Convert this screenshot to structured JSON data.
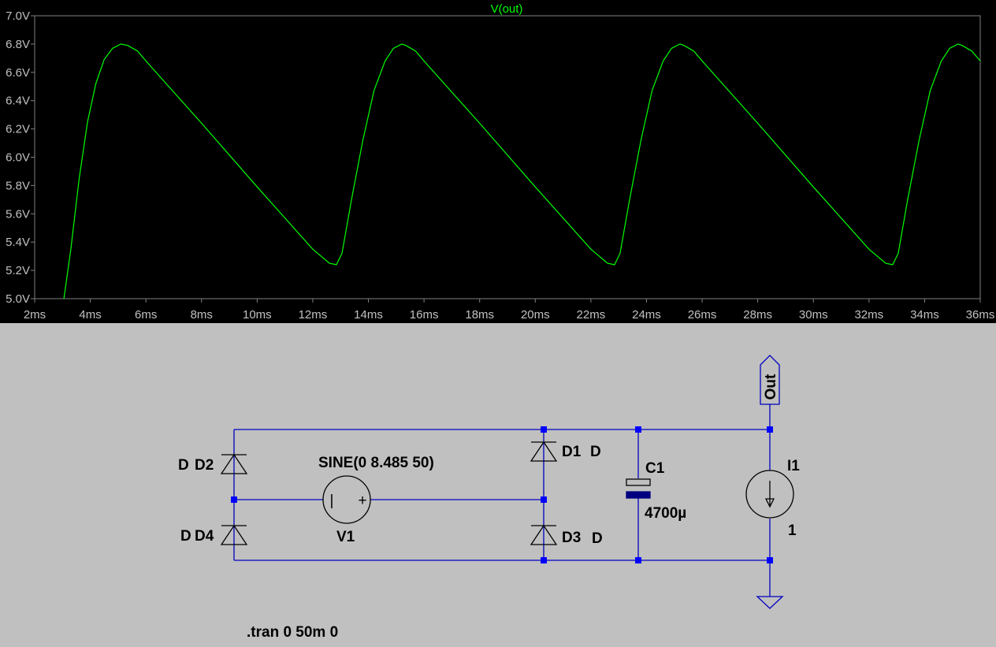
{
  "colors": {
    "trace": "#00ff00",
    "plot_background": "#000000",
    "plot_axis": "#808080",
    "tick_label": "#c0c0c0",
    "schematic_background": "#c0c0c0",
    "wire": "#0000c0",
    "junction": "#0000ff",
    "capacitor_plate": "#000080"
  },
  "chart_data": {
    "type": "line",
    "title": "",
    "xlabel": "",
    "ylabel": "",
    "xlim": [
      2,
      36
    ],
    "ylim": [
      5.0,
      7.0
    ],
    "x_unit": "ms",
    "y_unit": "V",
    "grid": false,
    "x_ticks": [
      "2ms",
      "4ms",
      "6ms",
      "8ms",
      "10ms",
      "12ms",
      "14ms",
      "16ms",
      "18ms",
      "20ms",
      "22ms",
      "24ms",
      "26ms",
      "28ms",
      "30ms",
      "32ms",
      "34ms",
      "36ms"
    ],
    "y_ticks": [
      "5.0V",
      "5.2V",
      "5.4V",
      "5.6V",
      "5.8V",
      "6.0V",
      "6.2V",
      "6.4V",
      "6.6V",
      "6.8V",
      "7.0V"
    ],
    "series": [
      {
        "name": "V(out)",
        "x": [
          3.05,
          3.3,
          3.6,
          3.9,
          4.2,
          4.5,
          4.8,
          5.1,
          5.35,
          5.7,
          6.0,
          8.0,
          10.0,
          12.0,
          12.6,
          12.85,
          13.05,
          13.4,
          13.8,
          14.2,
          14.6,
          14.9,
          15.2,
          15.35,
          15.7,
          16.0,
          18.0,
          20.0,
          22.0,
          22.6,
          22.85,
          23.05,
          23.4,
          23.8,
          24.2,
          24.6,
          24.9,
          25.2,
          25.35,
          25.7,
          26.0,
          28.0,
          30.0,
          32.0,
          32.6,
          32.85,
          33.05,
          33.4,
          33.8,
          34.2,
          34.6,
          34.9,
          35.2,
          35.35,
          35.7,
          36.0
        ],
        "y": [
          5.0,
          5.35,
          5.85,
          6.25,
          6.52,
          6.69,
          6.77,
          6.8,
          6.79,
          6.75,
          6.68,
          6.24,
          5.79,
          5.35,
          5.25,
          5.24,
          5.32,
          5.71,
          6.12,
          6.47,
          6.68,
          6.77,
          6.8,
          6.79,
          6.75,
          6.68,
          6.24,
          5.79,
          5.35,
          5.25,
          5.24,
          5.32,
          5.71,
          6.12,
          6.47,
          6.68,
          6.77,
          6.8,
          6.79,
          6.75,
          6.68,
          6.24,
          5.79,
          5.35,
          5.25,
          5.24,
          5.32,
          5.71,
          6.12,
          6.47,
          6.68,
          6.77,
          6.8,
          6.79,
          6.75,
          6.68
        ]
      }
    ]
  },
  "schematic": {
    "diode_d2": {
      "model": "D",
      "ref": "D2"
    },
    "diode_d4": {
      "model": "D",
      "ref": "D4"
    },
    "diode_d1": {
      "ref": "D1",
      "model": "D"
    },
    "diode_d3": {
      "ref": "D3",
      "model": "D"
    },
    "source": {
      "value": "SINE(0 8.485 50)",
      "ref": "V1",
      "minus": "|",
      "plus": "+"
    },
    "capacitor": {
      "ref": "C1",
      "value": "4700µ"
    },
    "current_source": {
      "ref": "I1",
      "value": "1"
    },
    "net_label": "Out",
    "directive": ".tran 0 50m 0"
  }
}
